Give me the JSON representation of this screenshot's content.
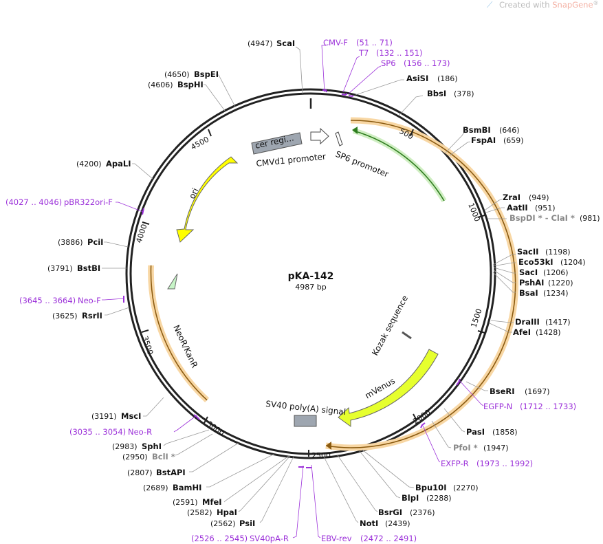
{
  "watermark": {
    "prefix": "Created with ",
    "brand": "SnapGene",
    "mark": "®"
  },
  "plasmid": {
    "name": "pKA-142",
    "length_label": "4987 bp",
    "length": 4987
  },
  "colors": {
    "primer": "#9b30d9",
    "enzyme": "#111111",
    "muted_enzyme": "#888888",
    "orf": "#f5a623",
    "green_arrow": "#2e7d1e"
  },
  "ticks": [
    "500",
    "1000",
    "1500",
    "2000",
    "2500",
    "3000",
    "3500",
    "4000",
    "4500"
  ],
  "enzymes": [
    {
      "name": "ScaI",
      "pos": "(4947)"
    },
    {
      "name": "AsiSI",
      "pos": "(186)"
    },
    {
      "name": "BbsI",
      "pos": "(378)"
    },
    {
      "name": "BsmBI",
      "pos": "(646)"
    },
    {
      "name": "FspAI",
      "pos": "(659)"
    },
    {
      "name": "ZraI",
      "pos": "(949)"
    },
    {
      "name": "AatII",
      "pos": "(951)"
    },
    {
      "name": "BspDI * - ClaI *",
      "pos": "(981)"
    },
    {
      "name": "SacII",
      "pos": "(1198)"
    },
    {
      "name": "Eco53kI",
      "pos": "(1204)"
    },
    {
      "name": "SacI",
      "pos": "(1206)"
    },
    {
      "name": "PshAI",
      "pos": "(1220)"
    },
    {
      "name": "BsaI",
      "pos": "(1234)"
    },
    {
      "name": "DraIII",
      "pos": "(1417)"
    },
    {
      "name": "AfeI",
      "pos": "(1428)"
    },
    {
      "name": "BseRI",
      "pos": "(1697)"
    },
    {
      "name": "PasI",
      "pos": "(1858)"
    },
    {
      "name": "PfoI *",
      "pos": "(1947)"
    },
    {
      "name": "Bpu10I",
      "pos": "(2270)"
    },
    {
      "name": "BlpI",
      "pos": "(2288)"
    },
    {
      "name": "BsrGI",
      "pos": "(2376)"
    },
    {
      "name": "NotI",
      "pos": "(2439)"
    },
    {
      "name": "PsiI",
      "pos": "(2562)"
    },
    {
      "name": "HpaI",
      "pos": "(2582)"
    },
    {
      "name": "MfeI",
      "pos": "(2591)"
    },
    {
      "name": "BamHI",
      "pos": "(2689)"
    },
    {
      "name": "BstAPI",
      "pos": "(2807)"
    },
    {
      "name": "BclI *",
      "pos": "(2950)"
    },
    {
      "name": "SphI",
      "pos": "(2983)"
    },
    {
      "name": "MscI",
      "pos": "(3191)"
    },
    {
      "name": "RsrII",
      "pos": "(3625)"
    },
    {
      "name": "BstBI",
      "pos": "(3791)"
    },
    {
      "name": "PciI",
      "pos": "(3886)"
    },
    {
      "name": "ApaLI",
      "pos": "(4200)"
    },
    {
      "name": "BspHI",
      "pos": "(4606)"
    },
    {
      "name": "BspEI",
      "pos": "(4650)"
    }
  ],
  "primers": [
    {
      "name": "CMV-F",
      "range": "(51 .. 71)"
    },
    {
      "name": "T7",
      "range": "(132 .. 151)"
    },
    {
      "name": "SP6",
      "range": "(156 .. 173)"
    },
    {
      "name": "EGFP-N",
      "range": "(1712 .. 1733)"
    },
    {
      "name": "EXFP-R",
      "range": "(1973 .. 1992)"
    },
    {
      "name": "EBV-rev",
      "range": "(2472 .. 2491)"
    },
    {
      "name": "SV40pA-R",
      "range": "(2526 .. 2545)"
    },
    {
      "name": "Neo-R",
      "range": "(3035 .. 3054)"
    },
    {
      "name": "Neo-F",
      "range": "(3645 .. 3664)"
    },
    {
      "name": "pBR322ori-F",
      "range": "(4027 .. 4046)"
    }
  ],
  "features": {
    "cer": "cer regi...",
    "cmv": "CMVd1 promoter",
    "sp6": "SP6 promoter",
    "ori": "ori",
    "neo": "NeoR/KanR",
    "kozak": "Kozak sequence",
    "mvenus": "mVenus",
    "sv40": "SV40 poly(A) signal"
  }
}
